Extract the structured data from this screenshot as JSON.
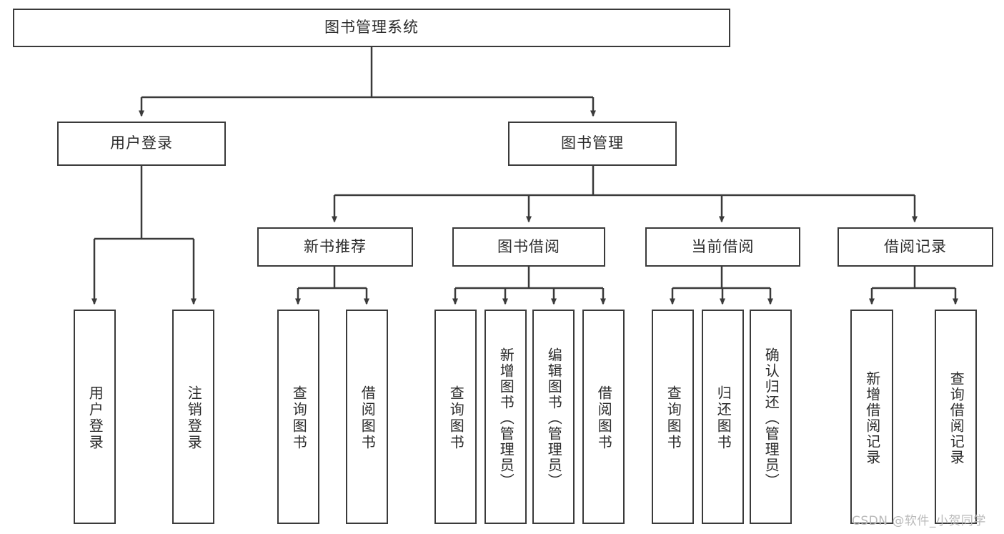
{
  "diagram": {
    "title": "图书管理系统",
    "type": "tree-hierarchy-chart",
    "stroke_color": "#3a3a3a",
    "fill_color": "#ffffff",
    "text_color": "#2b2b2b",
    "nodes": {
      "root": {
        "label": "图书管理系统"
      },
      "level2": [
        {
          "id": "user-login",
          "label": "用户登录"
        },
        {
          "id": "book-manage",
          "label": "图书管理"
        }
      ],
      "level3": [
        {
          "id": "new-book-recommend",
          "label": "新书推荐"
        },
        {
          "id": "book-borrow",
          "label": "图书借阅"
        },
        {
          "id": "current-borrow",
          "label": "当前借阅"
        },
        {
          "id": "borrow-record",
          "label": "借阅记录"
        }
      ],
      "leaves": {
        "user-login": [
          {
            "id": "leaf-user-login",
            "label": "用户登录"
          },
          {
            "id": "leaf-user-logout",
            "label": "注销登录"
          }
        ],
        "new-book-recommend": [
          {
            "id": "leaf-query-book-1",
            "label": "查询图书"
          },
          {
            "id": "leaf-borrow-book-1",
            "label": "借阅图书"
          }
        ],
        "book-borrow": [
          {
            "id": "leaf-query-book-2",
            "label": "查询图书"
          },
          {
            "id": "leaf-add-book",
            "label": "新增图书（管理员）"
          },
          {
            "id": "leaf-edit-book",
            "label": "编辑图书（管理员）"
          },
          {
            "id": "leaf-borrow-book-2",
            "label": "借阅图书"
          }
        ],
        "current-borrow": [
          {
            "id": "leaf-query-book-3",
            "label": "查询图书"
          },
          {
            "id": "leaf-return-book",
            "label": "归还图书"
          },
          {
            "id": "leaf-confirm-return",
            "label": "确认归还（管理员）"
          }
        ],
        "borrow-record": [
          {
            "id": "leaf-add-record",
            "label": "新增借阅记录"
          },
          {
            "id": "leaf-query-record",
            "label": "查询借阅记录"
          }
        ]
      }
    }
  },
  "watermark": {
    "text": "CSDN @软件_小贺同学"
  }
}
